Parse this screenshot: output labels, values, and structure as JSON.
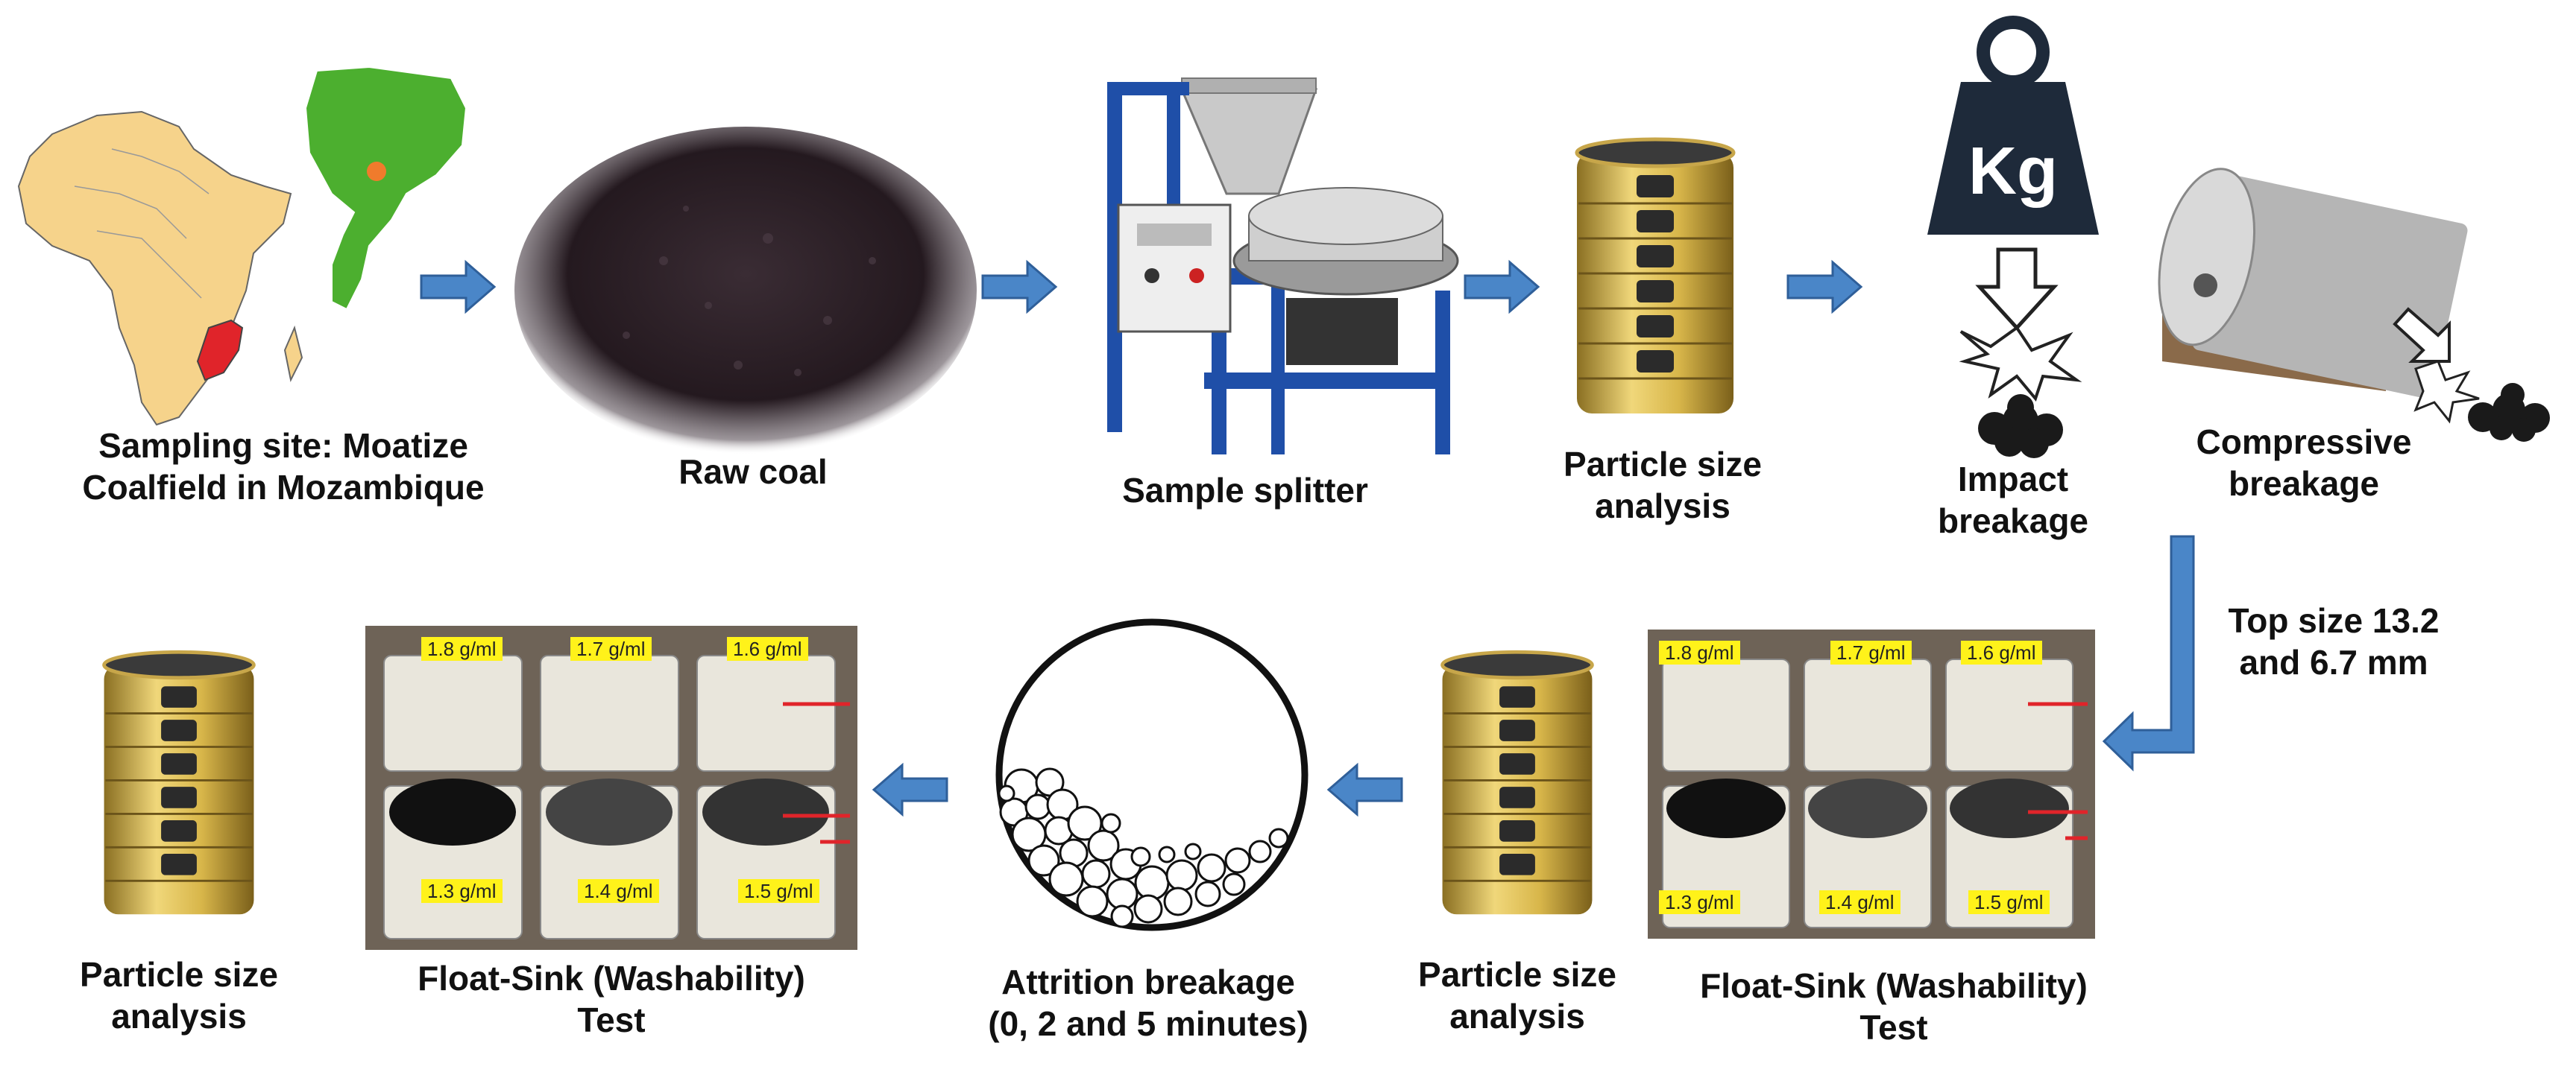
{
  "steps": {
    "sampling_site": {
      "line1": "Sampling site: Moatize",
      "line2": "Coalfield in Mozambique"
    },
    "raw_coal": {
      "line1": "Raw coal"
    },
    "sample_splitter": {
      "line1": "Sample splitter"
    },
    "psa_top": {
      "line1": "Particle size",
      "line2": "analysis"
    },
    "impact": {
      "line1": "Impact",
      "line2": "breakage",
      "weight_mark": "Kg"
    },
    "compressive": {
      "line1": "Compressive",
      "line2": "breakage"
    },
    "top_size": {
      "line1": "Top size 13.2",
      "line2": "and 6.7 mm"
    },
    "float_sink_right": {
      "line1": "Float-Sink (Washability)",
      "line2": "Test"
    },
    "psa_bottom_mid": {
      "line1": "Particle size",
      "line2": "analysis"
    },
    "attrition": {
      "line1": "Attrition breakage",
      "line2": "(0, 2 and 5 minutes)"
    },
    "float_sink_left": {
      "line1": "Float-Sink (Washability)",
      "line2": "Test"
    },
    "psa_bottom_left": {
      "line1": "Particle size",
      "line2": "analysis"
    }
  },
  "densities": {
    "d18": "1.8 g/ml",
    "d17": "1.7 g/ml",
    "d16": "1.6 g/ml",
    "d13": "1.3 g/ml",
    "d14": "1.4 g/ml",
    "d15": "1.5 g/ml"
  },
  "colors": {
    "arrow": "#4a86c8",
    "arrow_outline": "#2f5f99",
    "africa": "#f6d38b",
    "mozambique": "#4caf2f",
    "highlight": "#e0242a",
    "label_bg": "#fff21a"
  }
}
